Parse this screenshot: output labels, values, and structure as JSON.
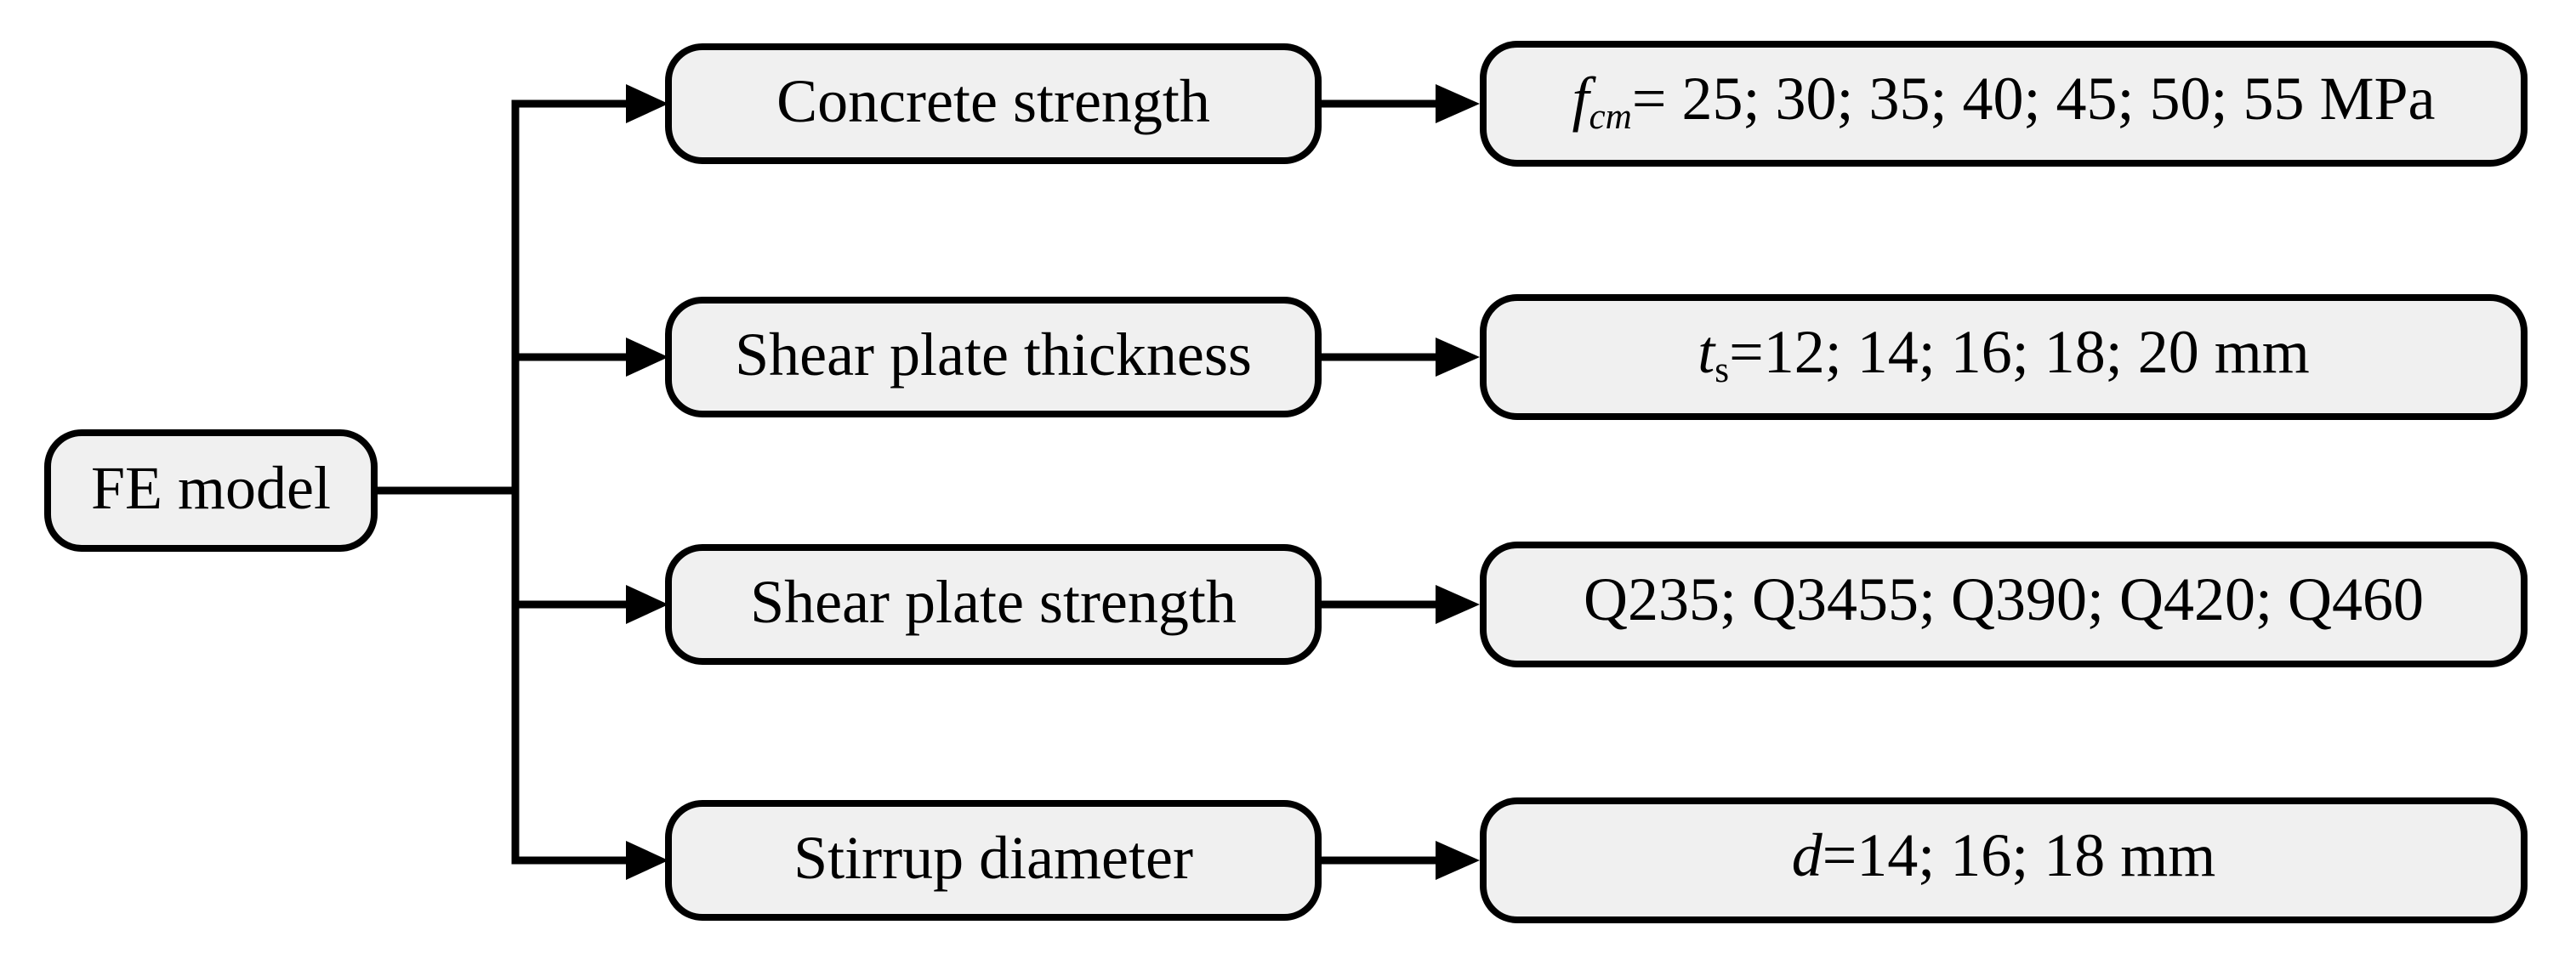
{
  "diagram": {
    "root": {
      "label": "FE model"
    },
    "rows": [
      {
        "param": "Concrete strength",
        "value": {
          "var": "f",
          "sub": "cm",
          "rest": "= 25; 30; 35; 40; 45; 50; 55 MPa"
        }
      },
      {
        "param": "Shear plate thickness",
        "value": {
          "var": "t",
          "sub": "s",
          "rest": "=12; 14; 16; 18; 20 mm"
        }
      },
      {
        "param": "Shear plate strength",
        "value": {
          "var": "",
          "sub": "",
          "rest": "Q235; Q3455; Q390; Q420; Q460"
        }
      },
      {
        "param": "Stirrup diameter",
        "value": {
          "var": "d",
          "sub": "",
          "rest": "=14; 16; 18 mm"
        }
      }
    ],
    "colors": {
      "background": "#ffffff",
      "box_fill": "#f0f0f0",
      "box_border": "#000000",
      "connector": "#000000"
    }
  }
}
